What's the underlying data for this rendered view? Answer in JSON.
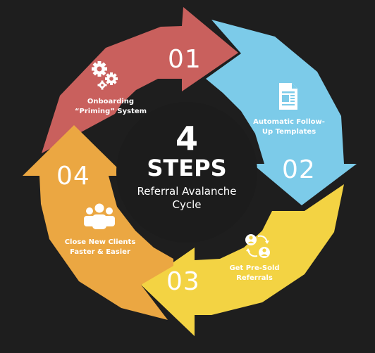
{
  "center": {
    "number": "4",
    "word": "STEPS",
    "subtitle_line1": "Referral Avalanche",
    "subtitle_line2": "Cycle"
  },
  "steps": [
    {
      "number": "01",
      "label_line1": "Onboarding",
      "label_line2": "“Priming” System",
      "color": "#c9605d",
      "icon": "gears-icon"
    },
    {
      "number": "02",
      "label_line1": "Automatic Follow-",
      "label_line2": "Up Templates",
      "color": "#7ccbe9",
      "icon": "document-icon"
    },
    {
      "number": "03",
      "label_line1": "Get Pre-Sold",
      "label_line2": "Referrals",
      "color": "#f3d343",
      "icon": "referral-exchange-icon"
    },
    {
      "number": "04",
      "label_line1": "Close New Clients",
      "label_line2": "Faster & Easier",
      "color": "#eba742",
      "icon": "people-group-icon"
    }
  ],
  "colors": {
    "background": "#1e1e1e",
    "center_circle": "#1c1c1c",
    "text": "#ffffff"
  }
}
